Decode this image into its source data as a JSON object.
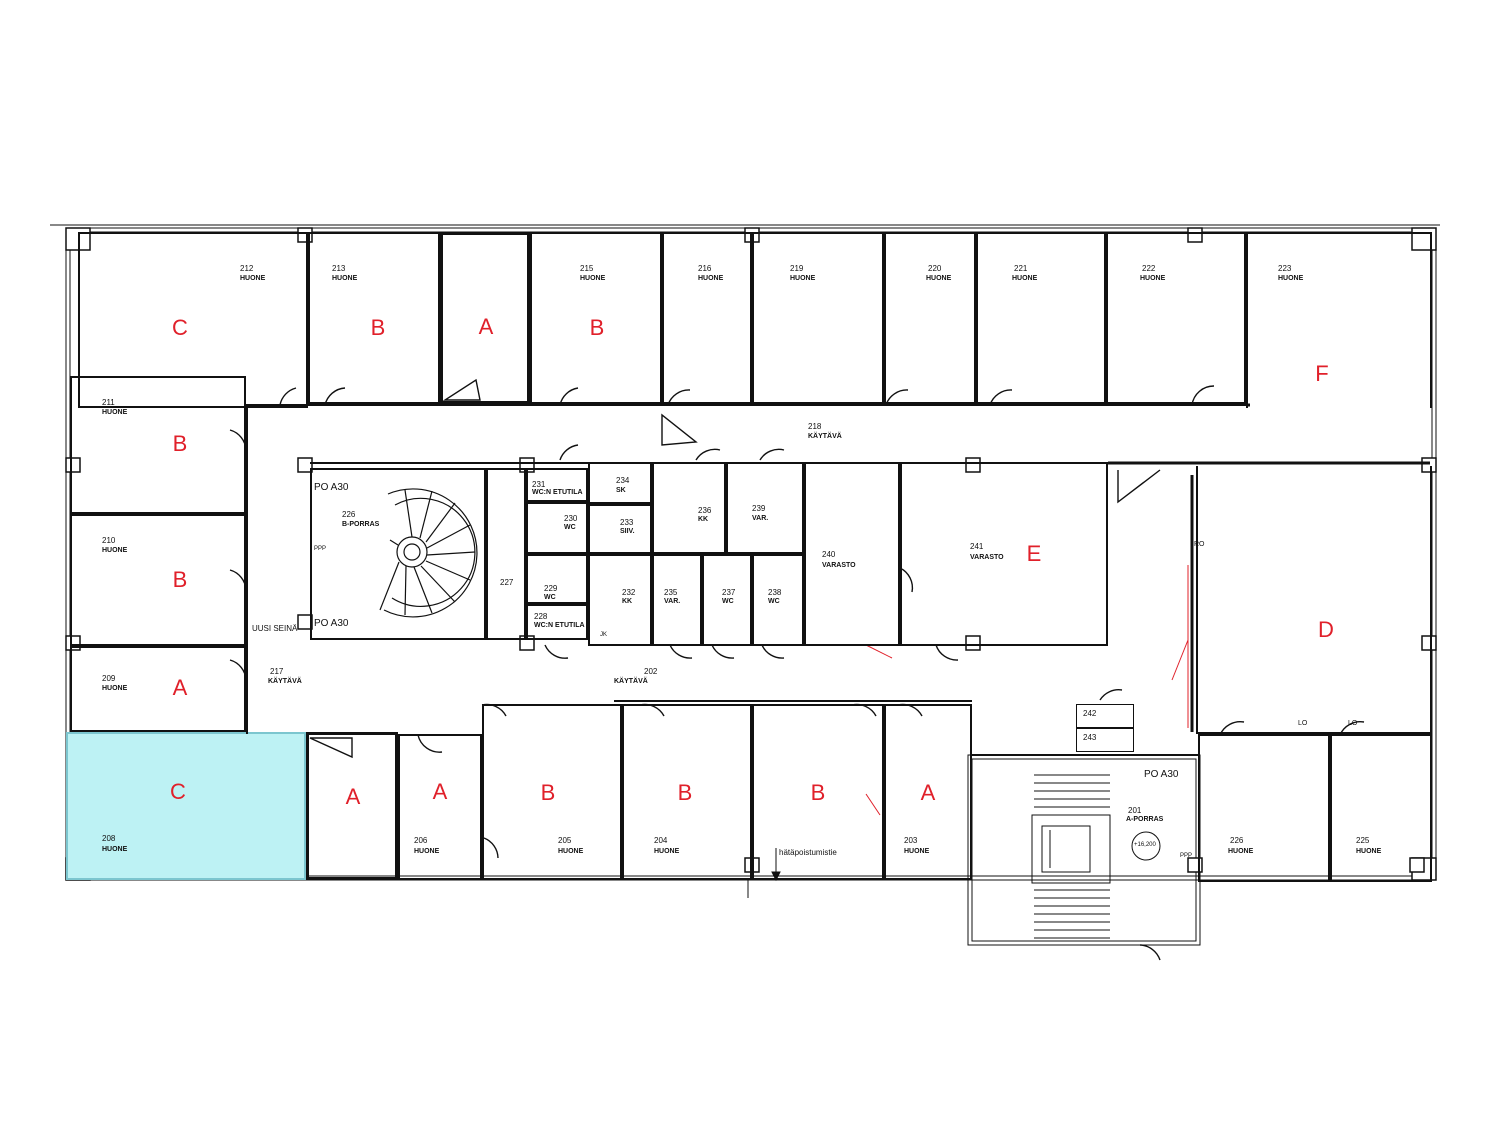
{
  "plan": {
    "rooms": [
      {
        "key": "r212",
        "number": "212",
        "name": "HUONE",
        "category": "C"
      },
      {
        "key": "r213",
        "number": "213",
        "name": "HUONE",
        "category": "B"
      },
      {
        "key": "r214",
        "number": "",
        "name": "",
        "category": "A"
      },
      {
        "key": "r215",
        "number": "215",
        "name": "HUONE",
        "category": "B"
      },
      {
        "key": "r216",
        "number": "216",
        "name": "HUONE",
        "category": ""
      },
      {
        "key": "r219",
        "number": "219",
        "name": "HUONE",
        "category": ""
      },
      {
        "key": "r220",
        "number": "220",
        "name": "HUONE",
        "category": ""
      },
      {
        "key": "r221",
        "number": "221",
        "name": "HUONE",
        "category": ""
      },
      {
        "key": "r222",
        "number": "222",
        "name": "HUONE",
        "category": ""
      },
      {
        "key": "r223",
        "number": "223",
        "name": "HUONE",
        "category": "F"
      },
      {
        "key": "r211",
        "number": "211",
        "name": "HUONE",
        "category": "B"
      },
      {
        "key": "r210",
        "number": "210",
        "name": "HUONE",
        "category": "B"
      },
      {
        "key": "r209",
        "number": "209",
        "name": "HUONE",
        "category": "A"
      },
      {
        "key": "r208",
        "number": "208",
        "name": "HUONE",
        "category": "C"
      },
      {
        "key": "r207",
        "number": "",
        "name": "",
        "category": "A"
      },
      {
        "key": "r206",
        "number": "206",
        "name": "HUONE",
        "category": "A"
      },
      {
        "key": "r205",
        "number": "205",
        "name": "HUONE",
        "category": "B"
      },
      {
        "key": "r204",
        "number": "204",
        "name": "HUONE",
        "category": "B"
      },
      {
        "key": "rhp",
        "number": "",
        "name": "",
        "category": "B"
      },
      {
        "key": "r203",
        "number": "203",
        "name": "HUONE",
        "category": "A"
      },
      {
        "key": "r226b",
        "number": "226",
        "name": "HUONE",
        "category": ""
      },
      {
        "key": "r225",
        "number": "225",
        "name": "HUONE",
        "category": ""
      },
      {
        "key": "rD",
        "number": "",
        "name": "",
        "category": "D"
      },
      {
        "key": "r241",
        "number": "241",
        "name": "VARASTO",
        "category": "E"
      },
      {
        "key": "r240",
        "number": "240",
        "name": "VARASTO",
        "category": ""
      },
      {
        "key": "r239",
        "number": "239",
        "name": "VAR.",
        "category": ""
      },
      {
        "key": "r236",
        "number": "236",
        "name": "KK",
        "category": ""
      },
      {
        "key": "r234",
        "number": "234",
        "name": "SK",
        "category": ""
      },
      {
        "key": "r233",
        "number": "233",
        "name": "SIIV.",
        "category": ""
      },
      {
        "key": "r231",
        "number": "231",
        "name": "WC:N ETUTILA",
        "category": ""
      },
      {
        "key": "r230",
        "number": "230",
        "name": "WC",
        "category": ""
      },
      {
        "key": "r229",
        "number": "229",
        "name": "WC",
        "category": ""
      },
      {
        "key": "r228",
        "number": "228",
        "name": "WC:N ETUTILA",
        "category": ""
      },
      {
        "key": "r232",
        "number": "232",
        "name": "KK",
        "category": ""
      },
      {
        "key": "r235",
        "number": "235",
        "name": "VAR.",
        "category": ""
      },
      {
        "key": "r237",
        "number": "237",
        "name": "WC",
        "category": ""
      },
      {
        "key": "r238",
        "number": "238",
        "name": "WC",
        "category": ""
      },
      {
        "key": "r227",
        "number": "227",
        "name": "",
        "category": ""
      },
      {
        "key": "r226",
        "number": "226",
        "name": "B-PORRAS",
        "category": ""
      },
      {
        "key": "r201",
        "number": "201",
        "name": "A-PORRAS",
        "category": ""
      },
      {
        "key": "r242",
        "number": "242",
        "name": "",
        "category": ""
      },
      {
        "key": "r243",
        "number": "243",
        "name": "",
        "category": ""
      }
    ],
    "corridors": [
      {
        "key": "c218",
        "number": "218",
        "name": "KÄYTÄVÄ"
      },
      {
        "key": "c217",
        "number": "217",
        "name": "KÄYTÄVÄ"
      },
      {
        "key": "c202",
        "number": "202",
        "name": "KÄYTÄVÄ"
      }
    ],
    "notes": {
      "po_a30_1": "PO A30",
      "po_a30_2": "PO A30",
      "po_a30_3": "PO A30",
      "uusi_seina": "UUSI SEINÄ",
      "hatapoistumistie": "hätäpoistumistie",
      "level": "+16,200",
      "ppp_1": "PPP",
      "ppp_2": "PPP",
      "lo_1": "LO",
      "lo_2": "LO",
      "jk": "JK",
      "ro": "RO"
    },
    "colors": {
      "category": "#e0202a",
      "highlight": "#bdf2f4",
      "wall": "#111111"
    }
  }
}
